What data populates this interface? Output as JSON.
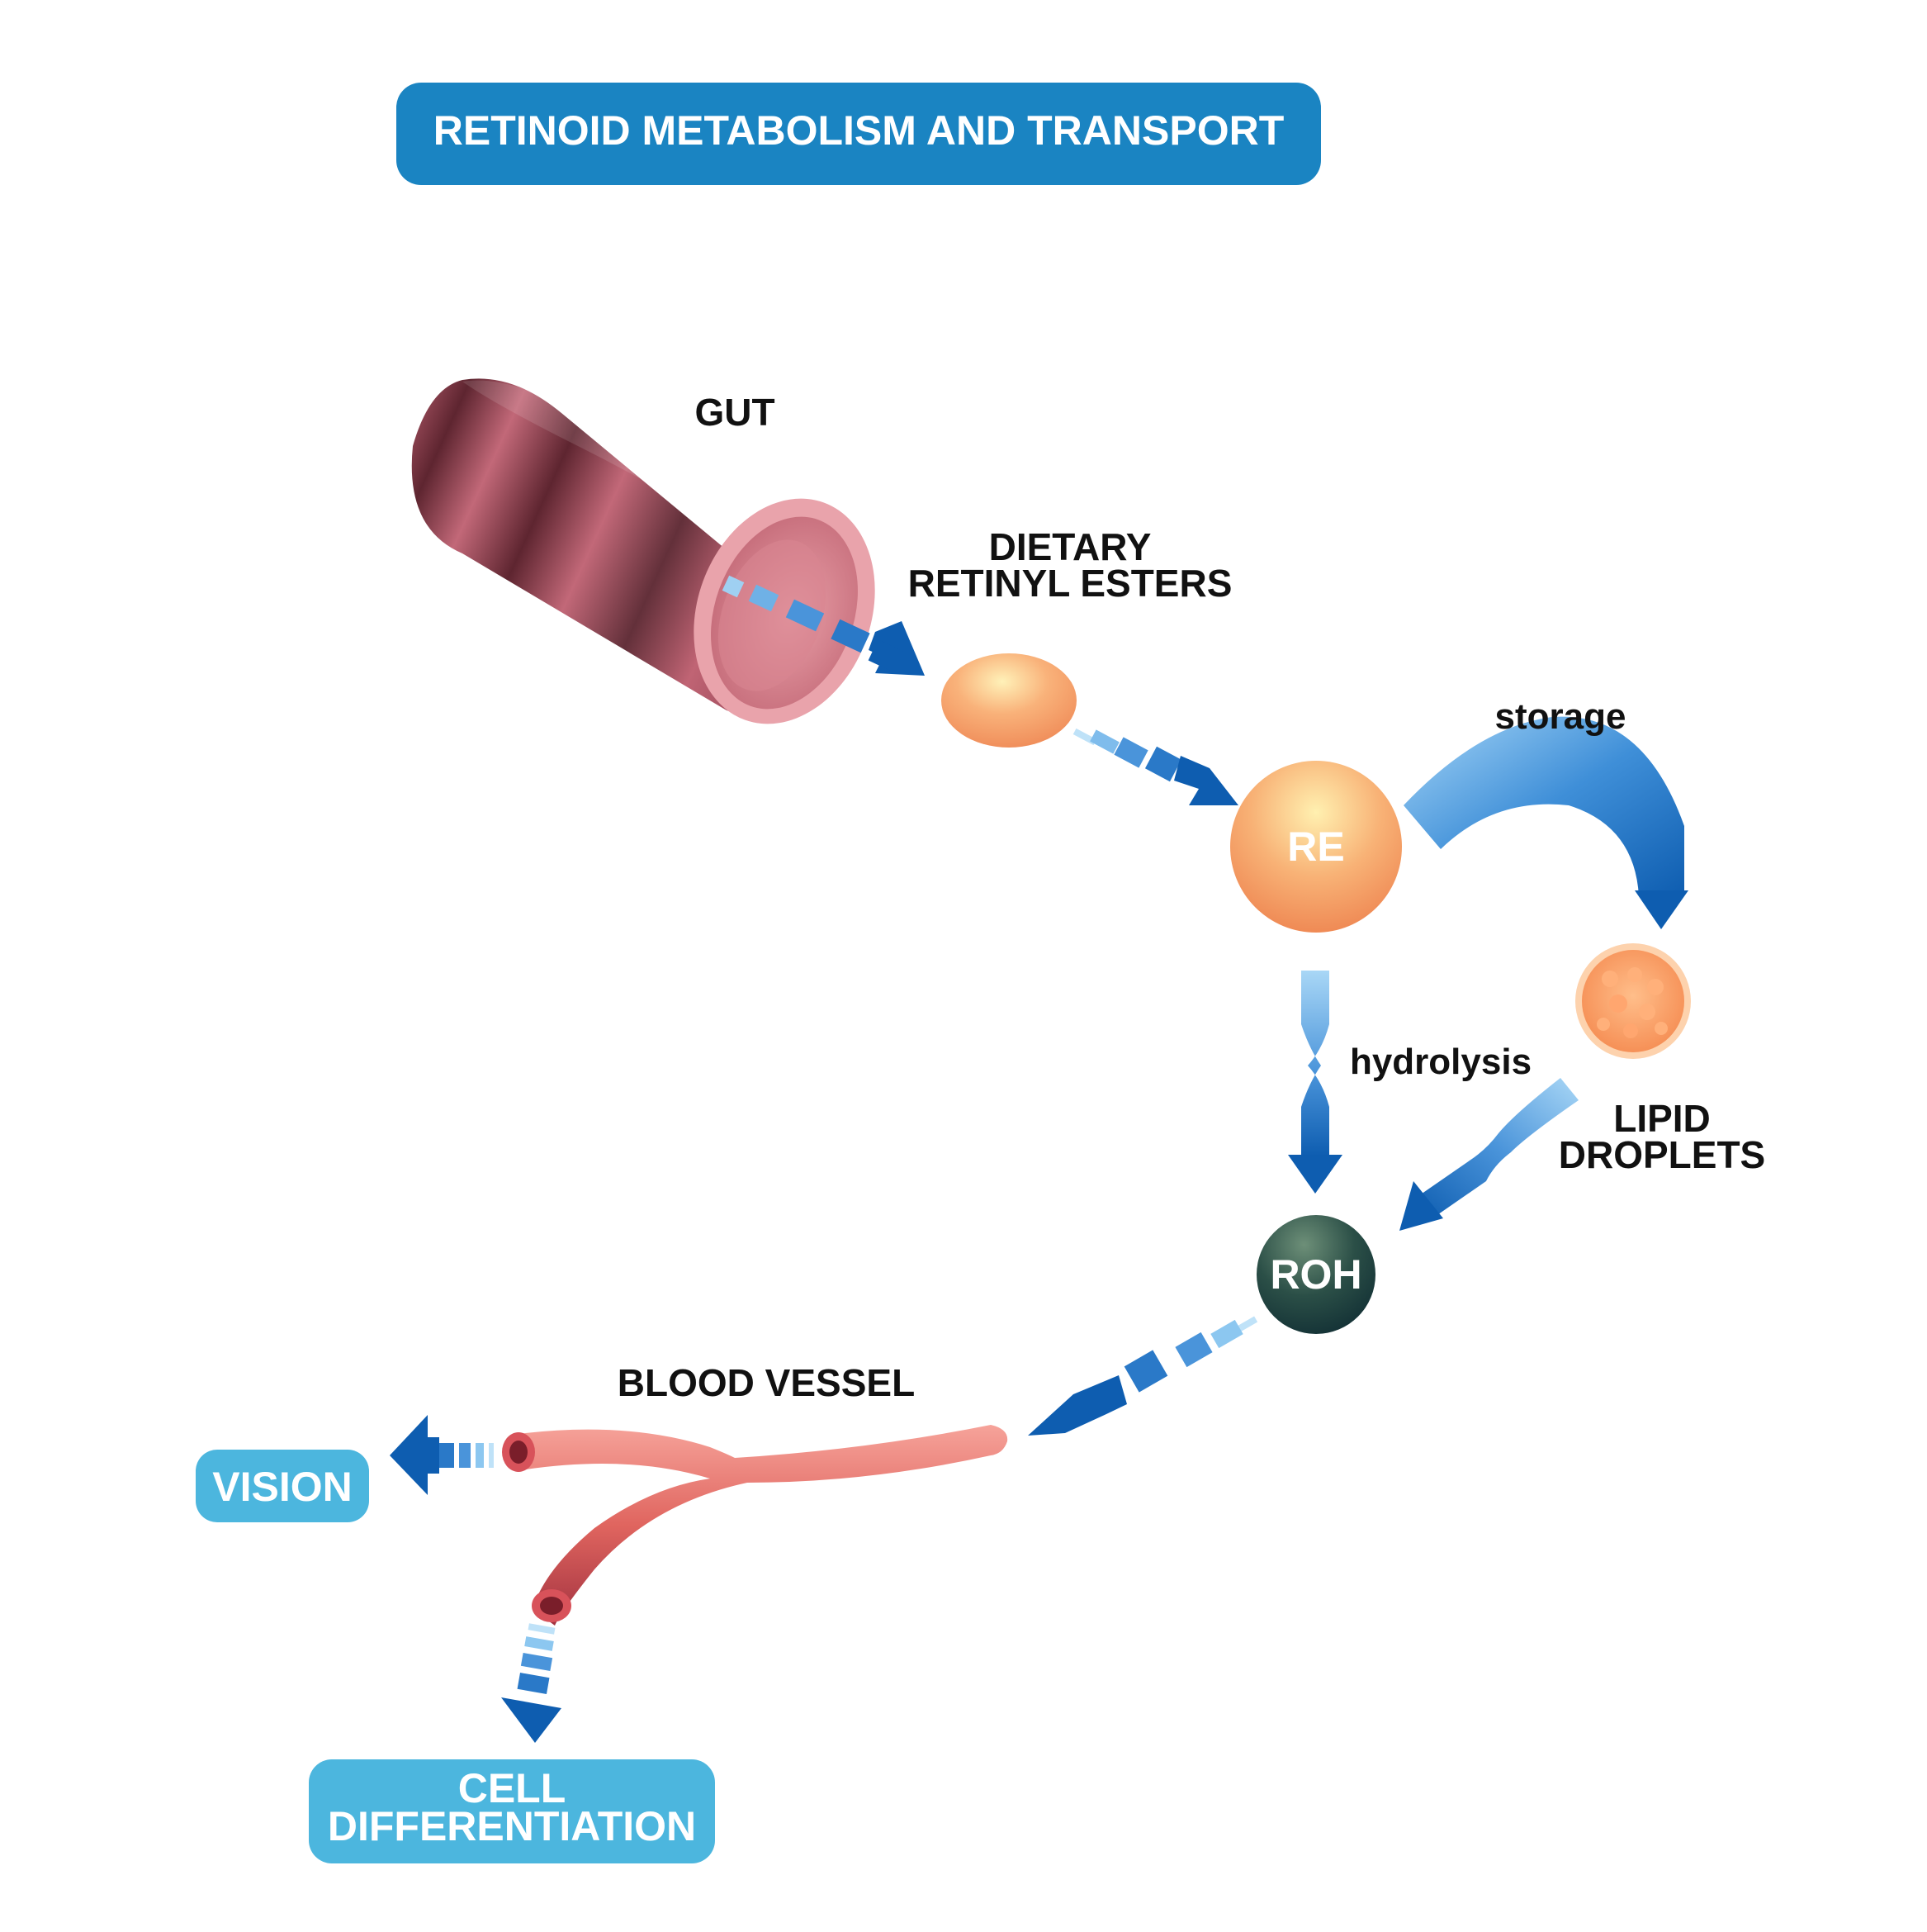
{
  "title": "RETINOID METABOLISM AND TRANSPORT",
  "labels": {
    "gut": "GUT",
    "dietary_line1": "DIETARY",
    "dietary_line2": "RETINYL ESTERS",
    "storage": "storage",
    "hydrolysis": "hydrolysis",
    "lipid_line1": "LIPID",
    "lipid_line2": "DROPLETS",
    "blood_vessel": "BLOOD VESSEL"
  },
  "nodes": {
    "re": "RE",
    "roh": "ROH"
  },
  "outcomes": {
    "vision": "VISION",
    "cell_line1": "CELL",
    "cell_line2": "DIFFERENTIATION"
  },
  "colors": {
    "title_bg": "#1a84c2",
    "outcome_bg": "#4cb6de",
    "arrow_dark": "#0e5db0",
    "arrow_light": "#8cc7f0",
    "gut": "#b85a6c",
    "retinyl_ester": "#f7a872",
    "roh": "#2b4f47",
    "vessel": "#e0655f"
  }
}
